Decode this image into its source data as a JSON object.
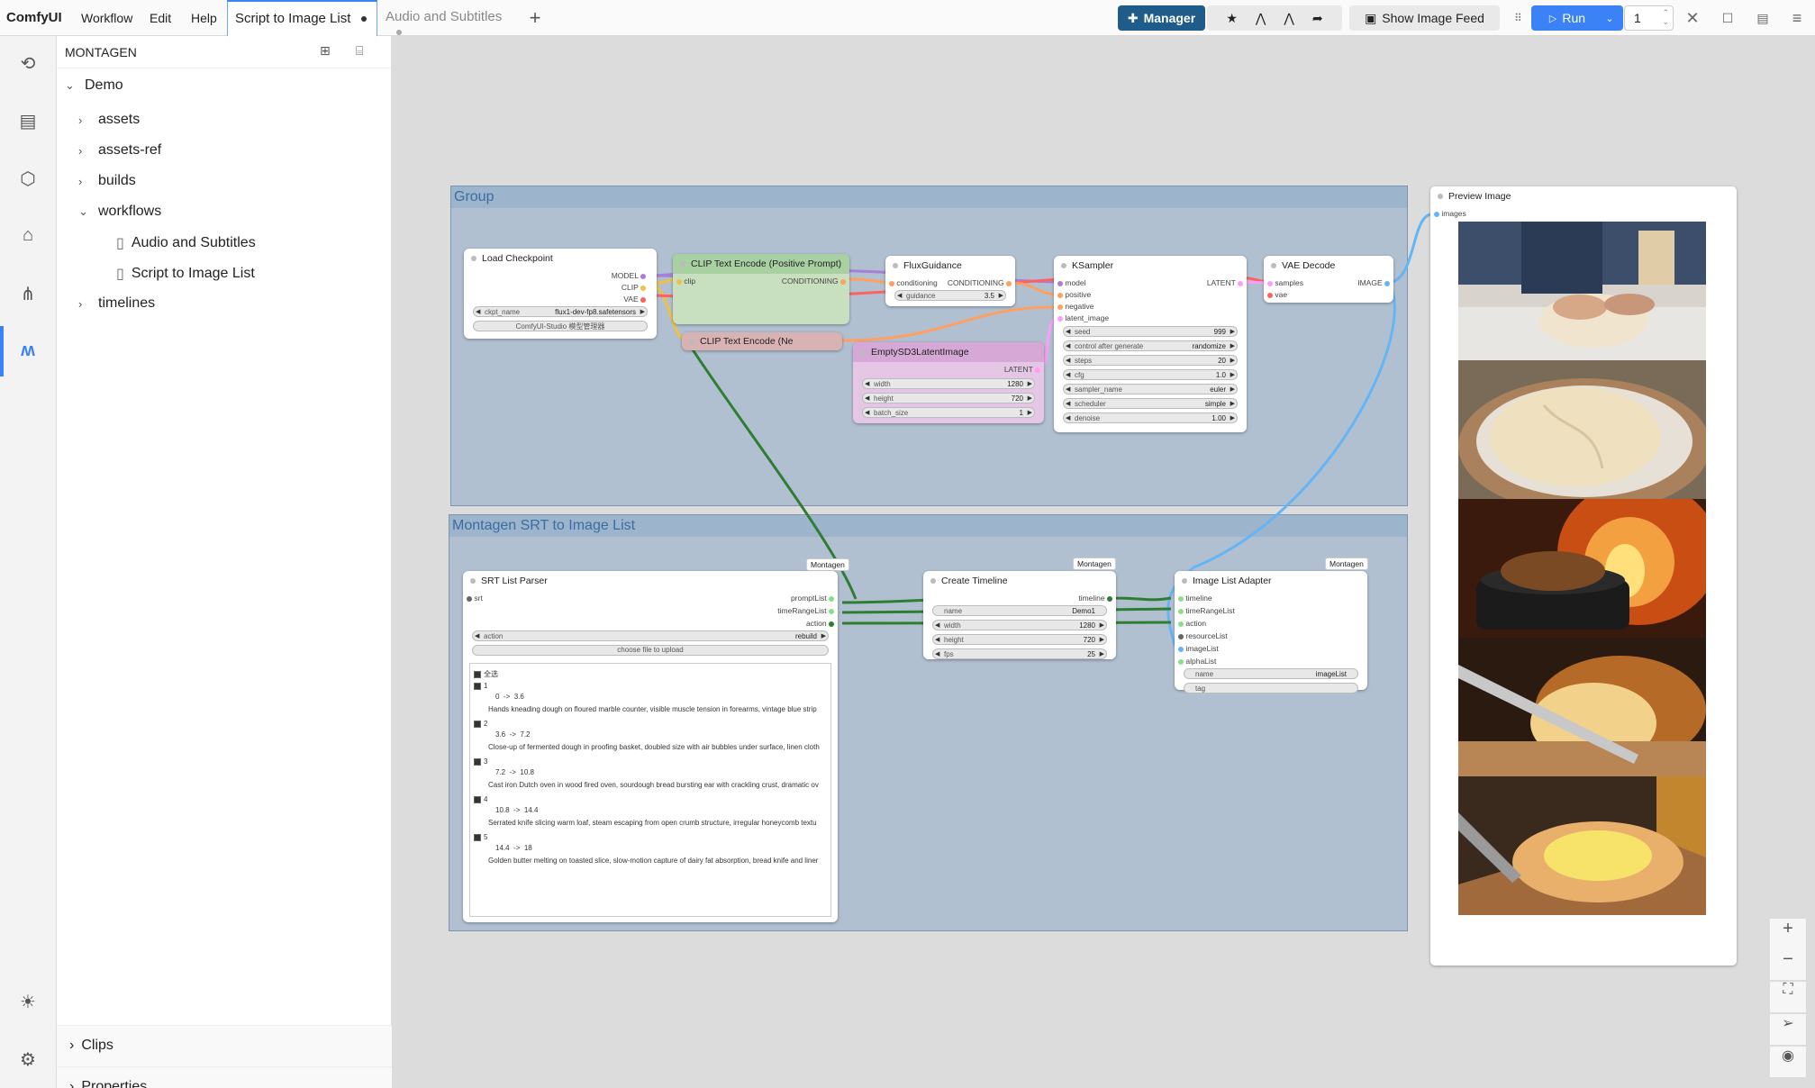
{
  "app": {
    "name": "ComfyUI"
  },
  "menu": [
    "Workflow",
    "Edit",
    "Help"
  ],
  "tabs": [
    {
      "label": "Script to Image List",
      "active": true
    },
    {
      "label": "Audio and Subtitles",
      "active": false
    }
  ],
  "toolbar": {
    "manager_label": "Manager",
    "image_feed_label": "Show Image Feed",
    "run_label": "Run",
    "queue_count": "1"
  },
  "sidebar": {
    "title": "MONTAGEN",
    "tree": {
      "root": "Demo",
      "items": [
        "assets",
        "assets-ref",
        "builds",
        "workflows",
        "Audio and Subtitles",
        "Script to Image List",
        "timelines"
      ]
    },
    "sections": [
      "Clips",
      "Properties"
    ]
  },
  "groups": [
    {
      "title": "Group"
    },
    {
      "title": "Montagen SRT to Image List"
    }
  ],
  "nodes": {
    "load_checkpoint": {
      "title": "Load Checkpoint",
      "outputs": [
        "MODEL",
        "CLIP",
        "VAE"
      ],
      "ckpt_label": "ckpt_name",
      "ckpt_value": "flux1-dev-fp8.safetensors",
      "button": "ComfyUI-Studio 模型管理器"
    },
    "clip_pos": {
      "title": "CLIP Text Encode (Positive Prompt)",
      "input": "clip",
      "output": "CONDITIONING"
    },
    "clip_neg": {
      "title": "CLIP Text Encode (Ne"
    },
    "flux_guidance": {
      "title": "FluxGuidance",
      "input": "conditioning",
      "output": "CONDITIONING",
      "w_label": "guidance",
      "w_value": "3.5"
    },
    "empty_latent": {
      "title": "EmptySD3LatentImage",
      "output": "LATENT",
      "widgets": [
        {
          "label": "width",
          "value": "1280"
        },
        {
          "label": "height",
          "value": "720"
        },
        {
          "label": "batch_size",
          "value": "1"
        }
      ]
    },
    "ksampler": {
      "title": "KSampler",
      "inputs": [
        "model",
        "positive",
        "negative",
        "latent_image"
      ],
      "output": "LATENT",
      "widgets": [
        {
          "label": "seed",
          "value": "999"
        },
        {
          "label": "control after generate",
          "value": "randomize"
        },
        {
          "label": "steps",
          "value": "20"
        },
        {
          "label": "cfg",
          "value": "1.0"
        },
        {
          "label": "sampler_name",
          "value": "euler"
        },
        {
          "label": "scheduler",
          "value": "simple"
        },
        {
          "label": "denoise",
          "value": "1.00"
        }
      ]
    },
    "vae_decode": {
      "title": "VAE Decode",
      "inputs": [
        "samples",
        "vae"
      ],
      "output": "IMAGE"
    },
    "preview": {
      "title": "Preview Image",
      "input": "images"
    },
    "srt_parser": {
      "title": "SRT List Parser",
      "badge": "Montagen",
      "input": "srt",
      "outputs": [
        "promptList",
        "timeRangeList",
        "action"
      ],
      "action_label": "action",
      "action_value": "rebuild",
      "upload_label": "choose file to upload",
      "select_all": "全选",
      "entries": [
        {
          "idx": "1",
          "start": "0",
          "arrow": "->",
          "end": "3.6",
          "text": "Hands kneading dough on floured marble counter, visible muscle tension in forearms, vintage blue strip"
        },
        {
          "idx": "2",
          "start": "3.6",
          "arrow": "->",
          "end": "7.2",
          "text": "Close-up of fermented dough in proofing basket, doubled size with air bubbles under surface, linen cloth"
        },
        {
          "idx": "3",
          "start": "7.2",
          "arrow": "->",
          "end": "10.8",
          "text": "Cast iron Dutch oven in wood fired oven, sourdough bread bursting ear with crackling crust, dramatic ov"
        },
        {
          "idx": "4",
          "start": "10.8",
          "arrow": "->",
          "end": "14.4",
          "text": "Serrated knife slicing warm loaf, steam escaping from open crumb structure, irregular honeycomb textu"
        },
        {
          "idx": "5",
          "start": "14.4",
          "arrow": "->",
          "end": "18",
          "text": "Golden butter melting on toasted slice, slow-motion capture of dairy fat absorption, bread knife and liner"
        }
      ]
    },
    "create_timeline": {
      "title": "Create Timeline",
      "badge": "Montagen",
      "output": "timeline",
      "widgets": [
        {
          "label": "name",
          "value": "Demo1"
        },
        {
          "label": "width",
          "value": "1280"
        },
        {
          "label": "height",
          "value": "720"
        },
        {
          "label": "fps",
          "value": "25"
        }
      ]
    },
    "image_list_adapter": {
      "title": "Image List Adapter",
      "badge": "Montagen",
      "inputs": [
        "timeline",
        "timeRangeList",
        "action",
        "resourceList",
        "imageList",
        "alphaList"
      ],
      "name_label": "name",
      "name_value": "imageList",
      "tag_label": "tag"
    }
  },
  "colors": {
    "accent": "#3b82f6",
    "manager": "#1f5c8a",
    "clip_node": "#c8e0c0",
    "neg_node": "#d9b3b3",
    "latent_node": "#e5c7e5",
    "link_clip": "#f0c040",
    "link_cond": "#ff9f60",
    "link_latent": "#ff9cf9",
    "link_image": "#64b5f6",
    "link_green": "#2e7d32"
  }
}
